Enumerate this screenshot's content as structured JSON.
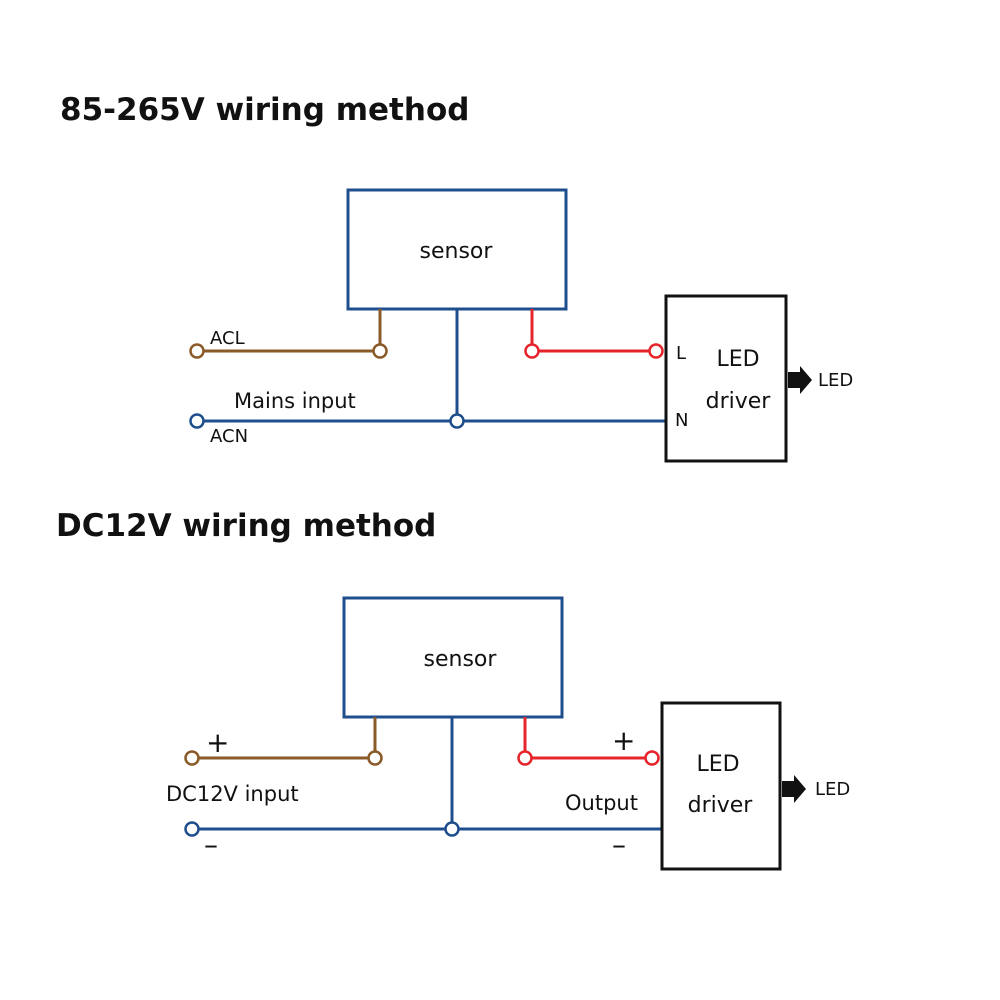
{
  "colors": {
    "brown": "#8a5a28",
    "blue": "#1f4e8c",
    "red": "#e5252b",
    "box_border_blue": "#1f4e8c",
    "box_border_black": "#111111"
  },
  "ac_section": {
    "title": "85-265V wiring method",
    "sensor_label": "sensor",
    "acl_label": "ACL",
    "acn_label": "ACN",
    "mains_label": "Mains input",
    "driver_line1": "LED",
    "driver_line2": "driver",
    "terminal_l": "L",
    "terminal_n": "N",
    "output_label": "LED"
  },
  "dc_section": {
    "title": "DC12V wiring method",
    "sensor_label": "sensor",
    "plus_input": "+",
    "minus_input": "–",
    "input_label": "DC12V input",
    "output_wire_label": "Output",
    "plus_output": "+",
    "minus_output": "–",
    "driver_line1": "LED",
    "driver_line2": "driver",
    "output_label": "LED"
  }
}
